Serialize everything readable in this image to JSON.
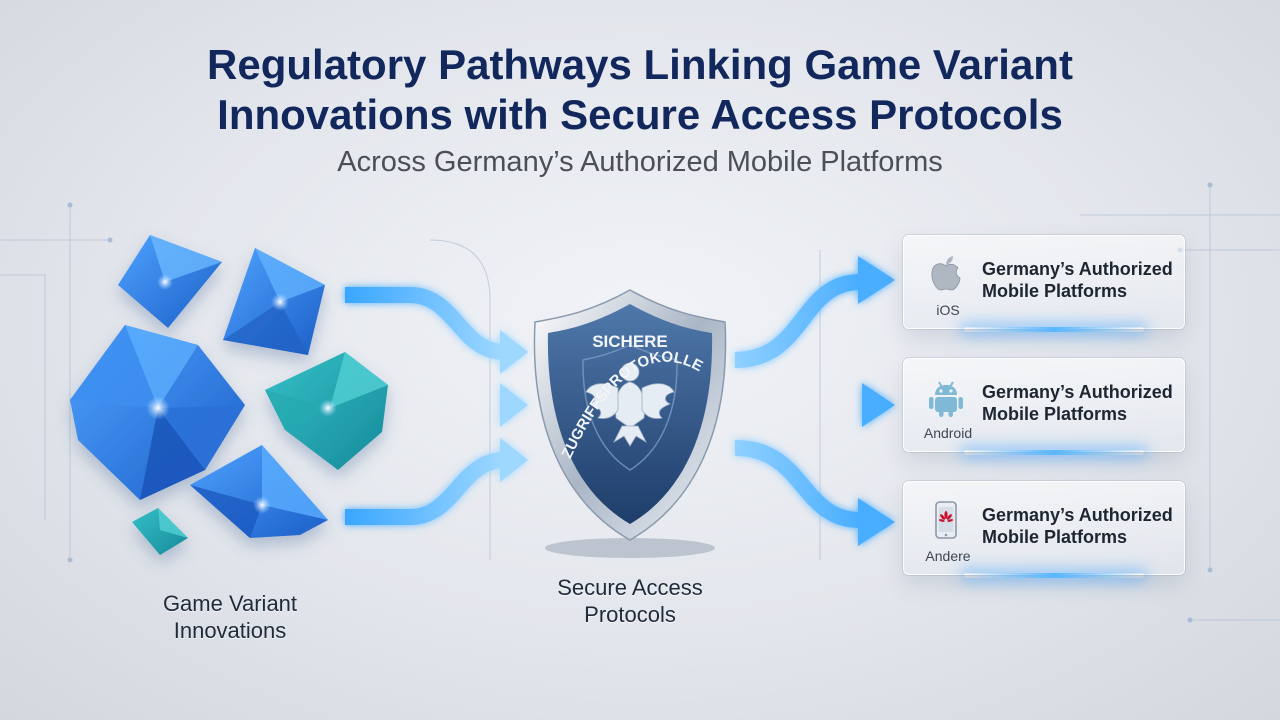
{
  "header": {
    "title_line1": "Regulatory Pathways Linking Game Variant",
    "title_line2": "Innovations with Secure Access Protocols",
    "subtitle": "Across Germany’s Authorized Mobile Platforms"
  },
  "nodes": {
    "source": {
      "line1": "Game Variant",
      "line2": "Innovations"
    },
    "hub": {
      "line1": "Secure Access",
      "line2": "Protocols",
      "shield_top": "SICHERE",
      "shield_arc": "ZUGRIFFSPROTOKOLLE"
    }
  },
  "platforms": [
    {
      "os": "iOS",
      "icon": "apple-icon",
      "line1": "Germany’s Authorized",
      "line2": "Mobile Platforms"
    },
    {
      "os": "Android",
      "icon": "android-icon",
      "line1": "Germany’s Authorized",
      "line2": "Mobile Platforms"
    },
    {
      "os": "Andere",
      "icon": "smartphone-icon",
      "line1": "Germany’s Authorized",
      "line2": "Mobile Platforms"
    }
  ],
  "colors": {
    "title": "#12285c",
    "arrow": "#4fb3ff",
    "gem_blue": "#2a7fe0",
    "gem_teal": "#1fa8b0",
    "shield": "#2b4f80"
  }
}
